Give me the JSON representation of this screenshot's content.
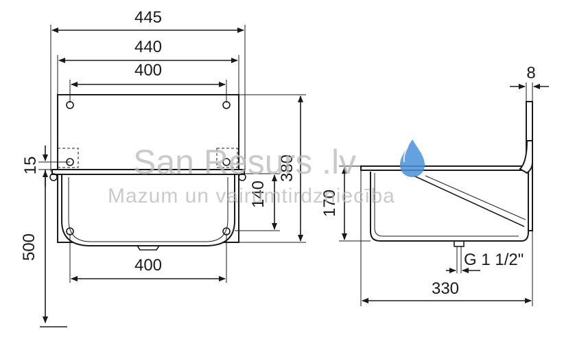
{
  "front_view": {
    "width_445": "445",
    "width_440": "440",
    "width_400_top": "400",
    "height_15": "15",
    "height_380": "380",
    "height_140": "140",
    "height_500": "500",
    "width_400_bottom": "400"
  },
  "side_view": {
    "thickness_8": "8",
    "height_170": "170",
    "outlet_thread": "G 1 1/2\"",
    "depth_330": "330"
  },
  "watermark": {
    "brand": "San Resurs .lv",
    "tagline": "Mazum un vairumtirdzniecība",
    "drop_color": "#4a90d9"
  }
}
